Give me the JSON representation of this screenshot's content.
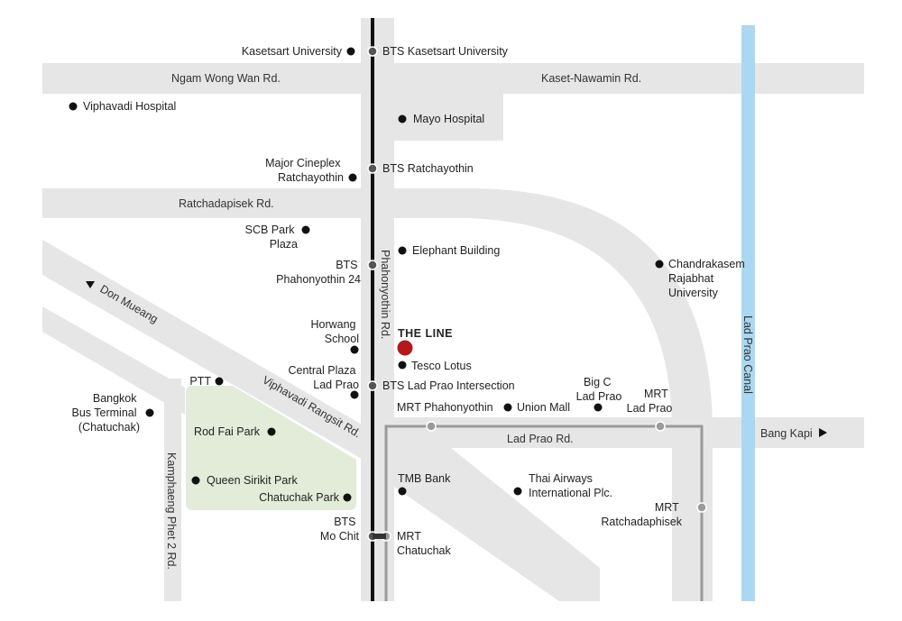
{
  "colors": {
    "road": "#e6e6e6",
    "park": "#e2ecd8",
    "canal": "#aad8f2",
    "bts_line": "#111111",
    "mrt_line": "#9a9a9a",
    "marker": "#111111",
    "highlight": "#b4181c"
  },
  "roads": {
    "ngam_wong_wan": "Ngam Wong Wan Rd.",
    "kaset_nawamin": "Kaset-Nawamin Rd.",
    "ratchadapisek": "Ratchadapisek Rd.",
    "phahonyothin": "Phahonyothin Rd.",
    "viphavadi_rangsit": "Viphavadi Rangsit Rd.",
    "kamphaeng_phet_2": "Kamphaeng Phet 2 Rd.",
    "lad_prao": "Lad Prao Rd.",
    "lad_prao_canal": "Lad Prao Canal"
  },
  "directions": {
    "don_mueang": "Don Mueang",
    "bang_kapi": "Bang Kapi"
  },
  "stations": {
    "bts_kasetsart": "BTS  Kasetsart University",
    "bts_ratchayothin": "BTS  Ratchayothin",
    "bts_phahonyothin24": [
      "BTS",
      "Phahonyothin 24"
    ],
    "bts_ladprao_intersection": "BTS  Lad Prao Intersection",
    "bts_mochit": [
      "BTS",
      "Mo Chit"
    ],
    "mrt_phahonyothin": "MRT Phahonyothin",
    "mrt_ladprao": [
      "MRT",
      "Lad Prao"
    ],
    "mrt_ratchadaphisek": [
      "MRT",
      "Ratchadaphisek"
    ],
    "mrt_chatuchak": [
      "MRT",
      "Chatuchak"
    ]
  },
  "places": {
    "kasetsart_university": "Kasetsart University",
    "viphavadi_hospital": "Viphavadi Hospital",
    "mayo_hospital": "Mayo Hospital",
    "major_cineplex": [
      "Major Cineplex",
      "Ratchayothin"
    ],
    "scb_park_plaza": [
      "SCB Park",
      "Plaza"
    ],
    "elephant_building": "Elephant Building",
    "chandrakasem": [
      "Chandrakasem",
      "Rajabhat",
      "University"
    ],
    "horwang_school": [
      "Horwang",
      "School"
    ],
    "the_line": "THE LINE",
    "tesco_lotus": "Tesco Lotus",
    "central_plaza": [
      "Central Plaza",
      "Lad Prao"
    ],
    "ptt": "PTT",
    "bangkok_bus_terminal": [
      "Bangkok",
      "Bus Terminal",
      "(Chatuchak)"
    ],
    "union_mall": "Union Mall",
    "big_c": [
      "Big C",
      "Lad Prao"
    ],
    "rod_fai_park": "Rod Fai Park",
    "queen_sirikit_park": "Queen Sirikit Park",
    "chatuchak_park": "Chatuchak Park",
    "tmb_bank": "TMB Bank",
    "thai_airways": [
      "Thai Airways",
      "International Plc."
    ]
  }
}
